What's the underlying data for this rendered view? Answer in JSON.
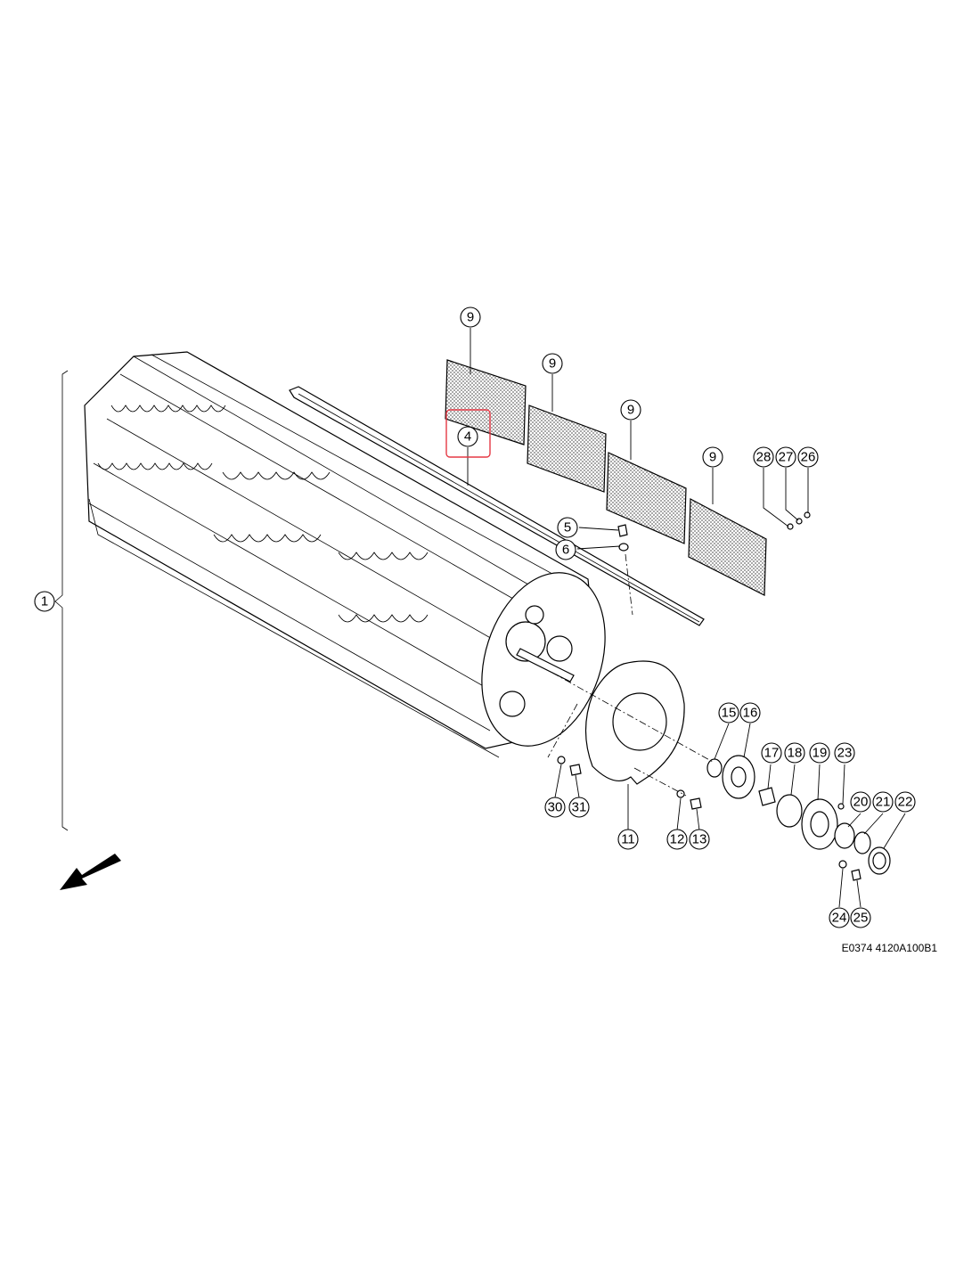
{
  "reference_code": "E0374 4120A100B1",
  "highlight_color": "#e53945",
  "direction_arrow": "arrow-down-left-icon",
  "callouts": [
    {
      "id": "c1",
      "label": "1"
    },
    {
      "id": "c4",
      "label": "4",
      "highlighted": true
    },
    {
      "id": "c5",
      "label": "5"
    },
    {
      "id": "c6",
      "label": "6"
    },
    {
      "id": "c9a",
      "label": "9"
    },
    {
      "id": "c9b",
      "label": "9"
    },
    {
      "id": "c9c",
      "label": "9"
    },
    {
      "id": "c9d",
      "label": "9"
    },
    {
      "id": "c11",
      "label": "11"
    },
    {
      "id": "c12",
      "label": "12"
    },
    {
      "id": "c13",
      "label": "13"
    },
    {
      "id": "c15",
      "label": "15"
    },
    {
      "id": "c16",
      "label": "16"
    },
    {
      "id": "c17",
      "label": "17"
    },
    {
      "id": "c18",
      "label": "18"
    },
    {
      "id": "c19",
      "label": "19"
    },
    {
      "id": "c20",
      "label": "20"
    },
    {
      "id": "c21",
      "label": "21"
    },
    {
      "id": "c22",
      "label": "22"
    },
    {
      "id": "c23",
      "label": "23"
    },
    {
      "id": "c24",
      "label": "24"
    },
    {
      "id": "c25",
      "label": "25"
    },
    {
      "id": "c26",
      "label": "26"
    },
    {
      "id": "c27",
      "label": "27"
    },
    {
      "id": "c28",
      "label": "28"
    },
    {
      "id": "c30",
      "label": "30"
    },
    {
      "id": "c31",
      "label": "31"
    }
  ]
}
